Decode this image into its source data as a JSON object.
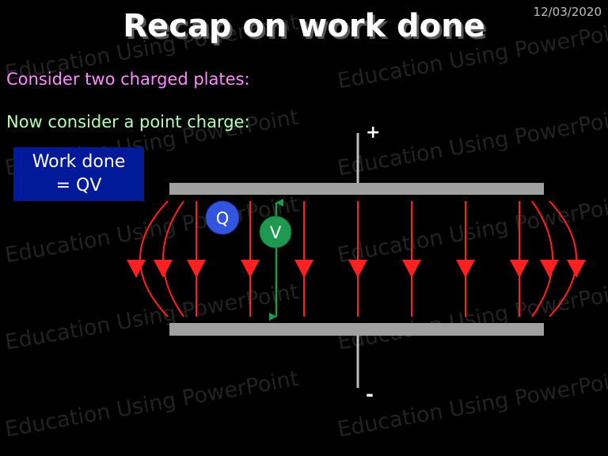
{
  "date": "12/03/2020",
  "title": "Recap on work done",
  "lines": {
    "plates": "Consider two charged plates:",
    "point_charge": "Now consider a point charge:"
  },
  "work_box": {
    "line1": "Work done",
    "line2": "= QV"
  },
  "diagram": {
    "positive_terminal": "+",
    "negative_terminal": "-",
    "charge_label": "Q",
    "voltage_label": "V"
  },
  "watermark": "Education Using PowerPoint",
  "colors": {
    "background": "#000000",
    "field_line": "#ff2020",
    "plate": "#a0a0a0",
    "charge": "#3355dd",
    "voltage": "#1f9950",
    "box": "#001a99"
  }
}
